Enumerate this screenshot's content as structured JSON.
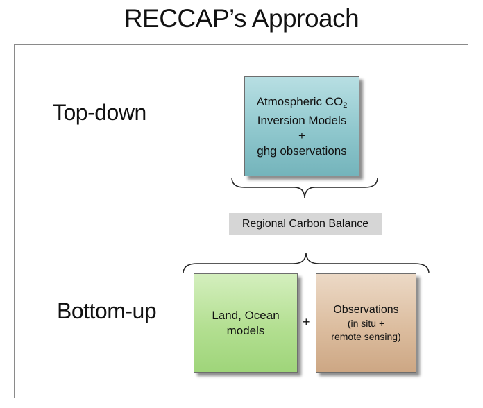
{
  "title": "RECCAP’s Approach",
  "left_labels": {
    "top": "Top-down",
    "bottom": "Bottom-up"
  },
  "atmospheric_box": {
    "line1_main": "Atmospheric CO",
    "line1_sub": "2",
    "line2": "Inversion Models",
    "line3": "+",
    "line4": "ghg observations",
    "color": "#8fc7cd"
  },
  "center_label": "Regional Carbon Balance",
  "land_box": {
    "line1": "Land, Ocean",
    "line2": "models",
    "color": "#b3df91"
  },
  "plus_sign": "+",
  "obs_box": {
    "line1": "Observations",
    "line2": "(in situ +",
    "line3": "remote sensing)",
    "color": "#dcbd9f"
  }
}
